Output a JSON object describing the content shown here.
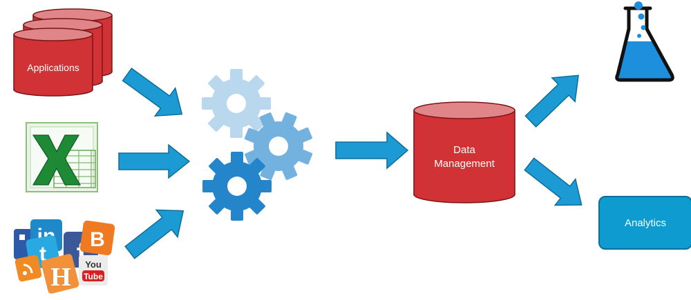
{
  "colors": {
    "cylinder_body": "#d13236",
    "cylinder_top": "#e08688",
    "cylinder_stroke": "#7a1417",
    "arrow": "#1c9ad4",
    "arrow_stroke": "#0f6d98",
    "gear_light": "#b9d7ed",
    "gear_mid": "#73b1df",
    "gear_dark": "#2485cb",
    "analytics": "#0e9bd0"
  },
  "nodes": {
    "applications": {
      "label": "Applications",
      "icon": "stacked-database-icon"
    },
    "excel": {
      "icon": "excel-icon"
    },
    "social_media": {
      "icon": "social-media-collage-icon"
    },
    "processing": {
      "icon": "gears-icon"
    },
    "data_management": {
      "label_line1": "Data",
      "label_line2": "Management",
      "icon": "database-icon"
    },
    "science": {
      "icon": "lab-flask-icon"
    },
    "analytics": {
      "label": "Analytics"
    }
  }
}
